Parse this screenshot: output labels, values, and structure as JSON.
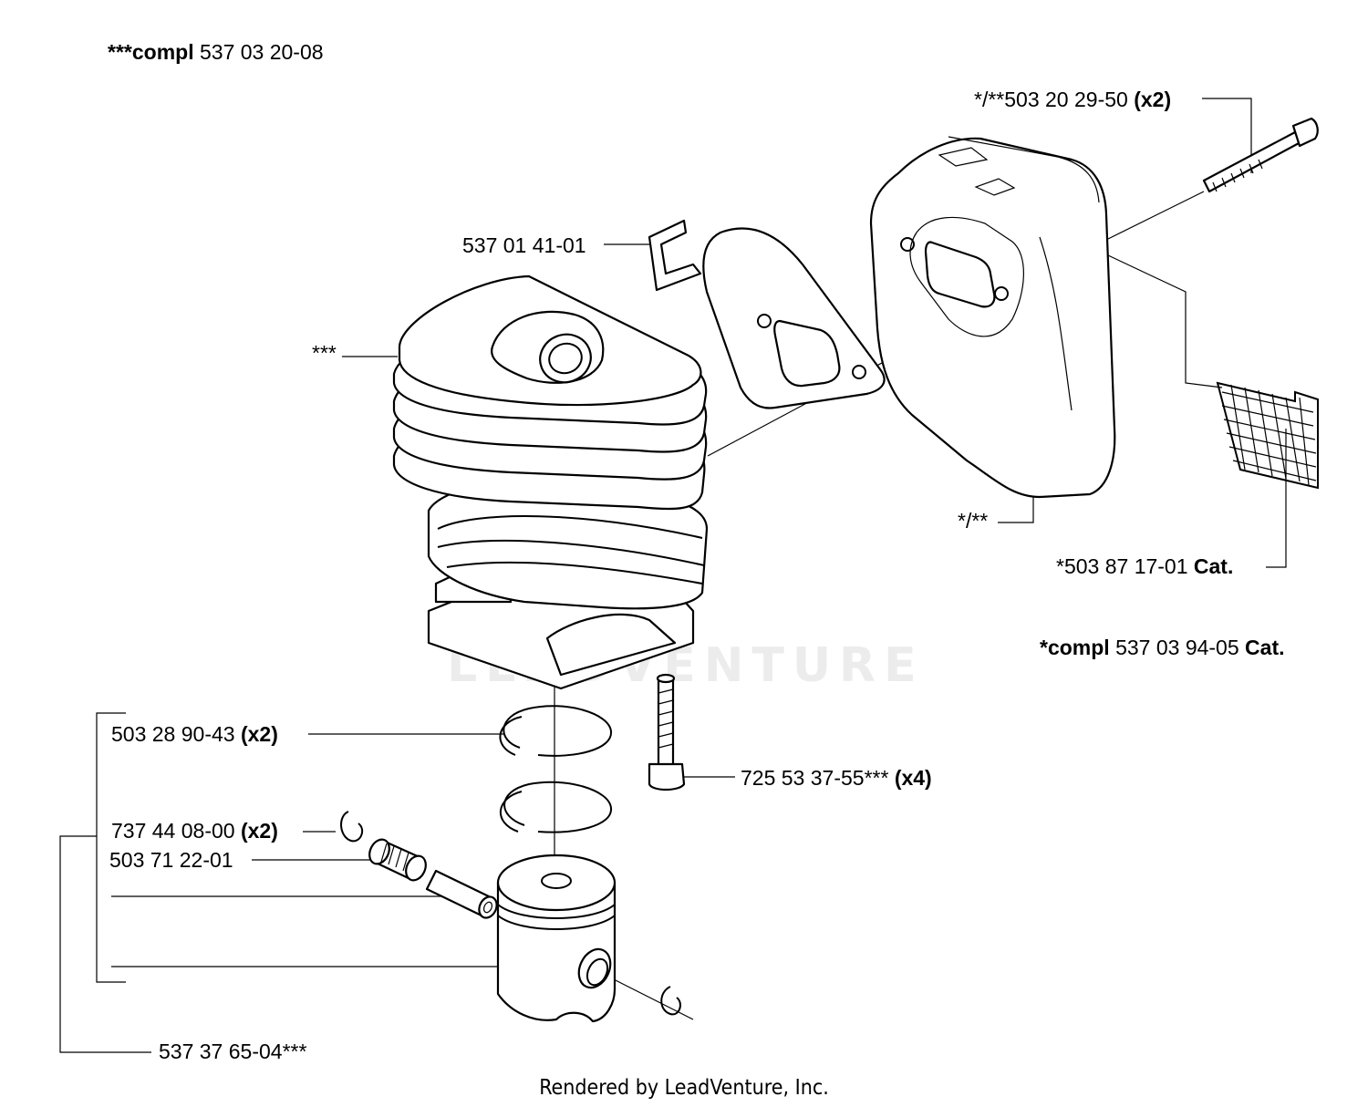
{
  "assembly": {
    "cylinder_compl": {
      "prefix": "***compl",
      "number": "537 03 20-08"
    },
    "muffler_compl": {
      "prefix": "*compl",
      "number": "537 03 94-05",
      "suffix": "Cat."
    }
  },
  "parts": {
    "screw_muffler": {
      "number": "*/**503 20 29-50",
      "qty": "(x2)"
    },
    "bracket": {
      "number": "537 01 41-01"
    },
    "cylinder_mark": {
      "number": "***"
    },
    "muffler_mark": {
      "number": "*/**"
    },
    "spark_screen": {
      "number": "*503 87 17-01",
      "suffix": "Cat."
    },
    "piston_ring": {
      "number": "503 28 90-43",
      "qty": "(x2)"
    },
    "cyl_bolt": {
      "number": "725 53 37-55***",
      "qty": "(x4)"
    },
    "circlip": {
      "number": "737 44 08-00",
      "qty": "(x2)"
    },
    "needle_bearing": {
      "number": "503 71 22-01"
    },
    "piston_kit": {
      "number": "537 37 65-04***"
    }
  },
  "watermark": "LEADVENTURE",
  "footer": "Rendered by LeadVenture, Inc."
}
